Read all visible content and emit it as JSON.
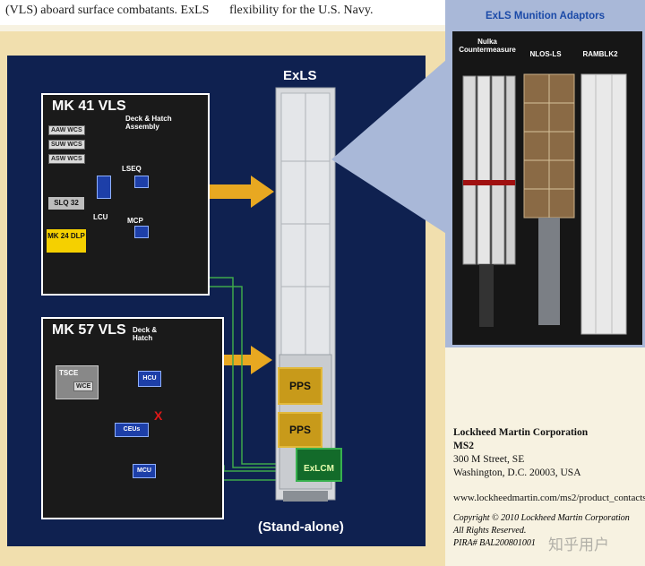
{
  "top_text": {
    "left": "(VLS) aboard surface combatants. ExLS",
    "right": "flexibility for the U.S. Navy."
  },
  "diagram": {
    "exls_title": "ExLS",
    "standalone_label": "(Stand-alone)",
    "pps_1": "PPS",
    "pps_2": "PPS",
    "exlcm": "ExLCM",
    "mk41": {
      "title": "MK 41 VLS",
      "deck_hatch": "Deck & Hatch Assembly",
      "aaw": "AAW WCS",
      "suw": "SUW WCS",
      "asw": "ASW WCS",
      "slq": "SLQ 32",
      "dlp": "MK 24 DLP",
      "lcu": "LCU",
      "lseq": "LSEQ",
      "mcp": "MCP"
    },
    "mk57": {
      "title": "MK 57 VLS",
      "deck_hatch": "Deck & Hatch",
      "tsce": "TSCE",
      "wce": "WCE",
      "hcu": "HCU",
      "ceus": "CEUs",
      "mcu": "MCU",
      "x_mark": "X"
    }
  },
  "adaptors": {
    "title": "ExLS Munition Adaptors",
    "items": [
      "Nulka Countermeasure",
      "NLOS-LS",
      "RAMBLK2"
    ]
  },
  "address": {
    "company": "Lockheed Martin Corporation",
    "ms": "MS2",
    "street": "300 M Street, SE",
    "city": "Washington, D.C. 20003, USA",
    "url": "www.lockheedmartin.com/ms2/product_contacts",
    "copyright": "Copyright © 2010 Lockheed Martin Corporation",
    "rights": "All Rights Reserved.",
    "pira": "PIRA# BAL200801001"
  },
  "watermark": "知乎用户"
}
